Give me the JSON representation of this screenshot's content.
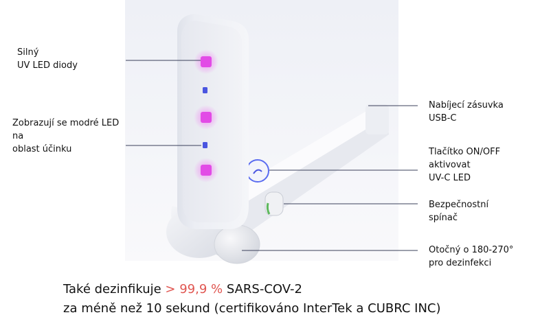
{
  "callouts_left": [
    {
      "id": "uv-led",
      "lines": [
        "Silný",
        "UV LED diody"
      ]
    },
    {
      "id": "blue-led",
      "lines": [
        "Zobrazují se modré LED",
        "na",
        "oblast účinku"
      ]
    }
  ],
  "callouts_right": [
    {
      "id": "usb",
      "lines": [
        "Nabíjecí zásuvka",
        "USB-C"
      ]
    },
    {
      "id": "power",
      "lines": [
        "Tlačítko ON/OFF",
        "aktivovat",
        "UV-C LED"
      ]
    },
    {
      "id": "safety",
      "lines": [
        "Bezpečnostní",
        "spínač"
      ]
    },
    {
      "id": "rotate",
      "lines": [
        "Otočný o 180-270°",
        "pro dezinfekci"
      ]
    }
  ],
  "caption": {
    "line1_prefix": "Také dezinfikuje ",
    "line1_highlight": "> 99,9 %",
    "line1_suffix": " SARS-COV-2",
    "line2": "za méně než 10 sekund (certifikováno InterTek a CUBRC INC)"
  },
  "colors": {
    "accent": "#e05550",
    "uv_led": "#e24be6",
    "blue_led": "#4a55e0",
    "callout_line": "#3a3f5a",
    "power_ring": "#5a6cf0",
    "safety_switch": "#5cb85c"
  },
  "icons": {
    "power_button": "power-button-icon"
  }
}
